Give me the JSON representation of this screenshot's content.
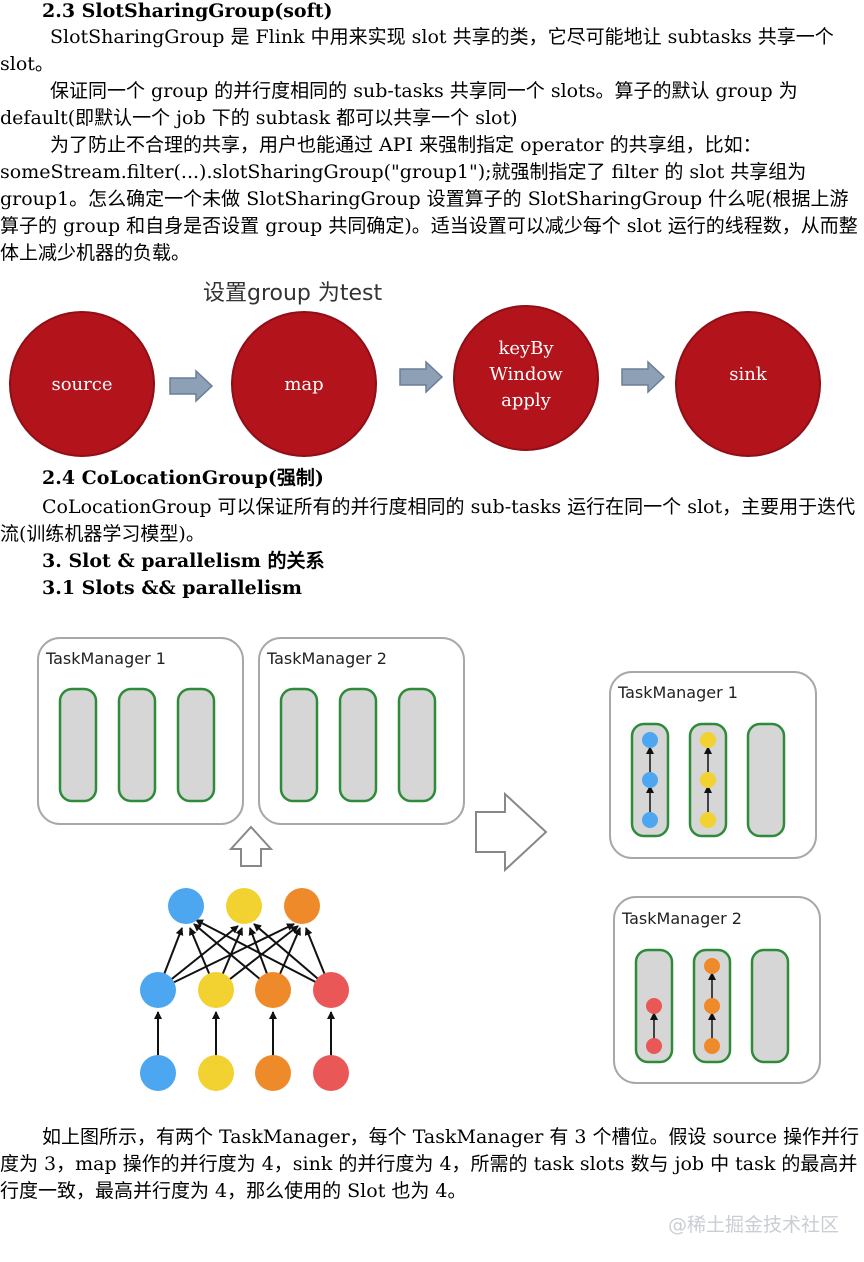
{
  "section_2_3": {
    "heading": "2.3 SlotSharingGroup(soft)",
    "para1": "SlotSharingGroup 是 Flink 中用来实现 slot 共享的类，它尽可能地让 subtasks 共享一个 slot。",
    "para2": "保证同一个 group 的并行度相同的 sub-tasks  共享同一个 slots。算子的默认 group 为 default(即默认一个 job 下的 subtask 都可以共享一个 slot)",
    "para3": "为了防止不合理的共享，用户也能通过 API 来强制指定 operator 的共享组，比如：someStream.filter(...).slotSharingGroup(\"group1\");就强制指定了 filter 的 slot 共享组为 group1。怎么确定一个未做 SlotSharingGroup 设置算子的 SlotSharingGroup 什么呢(根据上游算子的 group  和自身是否设置 group 共同确定)。适当设置可以减少每个 slot 运行的线程数，从而整体上减少机器的负载。"
  },
  "pipeline": {
    "caption": "设置group 为test",
    "nodes": [
      "source",
      "map",
      "keyBy",
      "Window",
      "apply",
      "sink"
    ]
  },
  "section_2_4": {
    "heading": "2.4 CoLocationGroup(强制)",
    "para1": "CoLocationGroup 可以保证所有的并行度相同的 sub-tasks 运行在同一个 slot，主要用于迭代流(训练机器学习模型)。"
  },
  "section_3": {
    "heading": "3. Slot & parallelism 的关系",
    "sub_heading": "3.1 Slots && parallelism"
  },
  "diagram": {
    "tm1_label": "TaskManager 1",
    "tm2_label": "TaskManager 2",
    "colors": {
      "blue": "#4da6f0",
      "yellow": "#f2d230",
      "orange": "#ee8a2a",
      "red": "#ea5757",
      "slot_border": "#2e8b3a"
    }
  },
  "summary": "如上图所示，有两个 TaskManager，每个 TaskManager 有 3 个槽位。假设 source 操作并行度为 3，map 操作的并行度为 4，sink 的并行度为 4，所需的 task slots 数与 job 中 task 的最高并行度一致，最高并行度为 4，那么使用的 Slot 也为 4。",
  "watermark": "@稀土掘金技术社区"
}
